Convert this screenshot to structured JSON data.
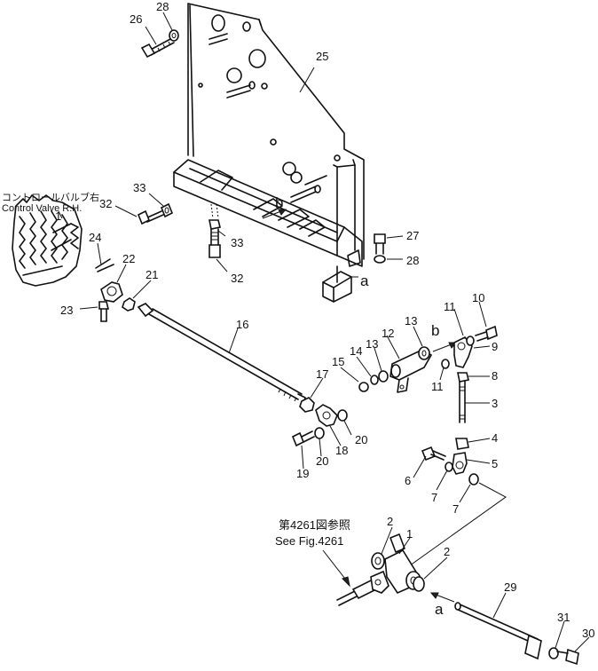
{
  "control_valve_label_jp": "コントロールバルブ右",
  "control_valve_label_en": "Control Valve R.H.",
  "see_fig_label_jp": "第4261図参照",
  "see_fig_label_en": "See Fig.4261",
  "connection_letters": [
    "a",
    "b"
  ],
  "part_numbers": [
    "1",
    "2",
    "3",
    "4",
    "5",
    "6",
    "7",
    "8",
    "9",
    "10",
    "11",
    "12",
    "13",
    "14",
    "15",
    "16",
    "17",
    "18",
    "19",
    "20",
    "21",
    "22",
    "23",
    "24",
    "25",
    "26",
    "27",
    "28",
    "29",
    "30",
    "31",
    "32",
    "33"
  ],
  "colors": {
    "line": "#111111",
    "background": "#ffffff"
  }
}
